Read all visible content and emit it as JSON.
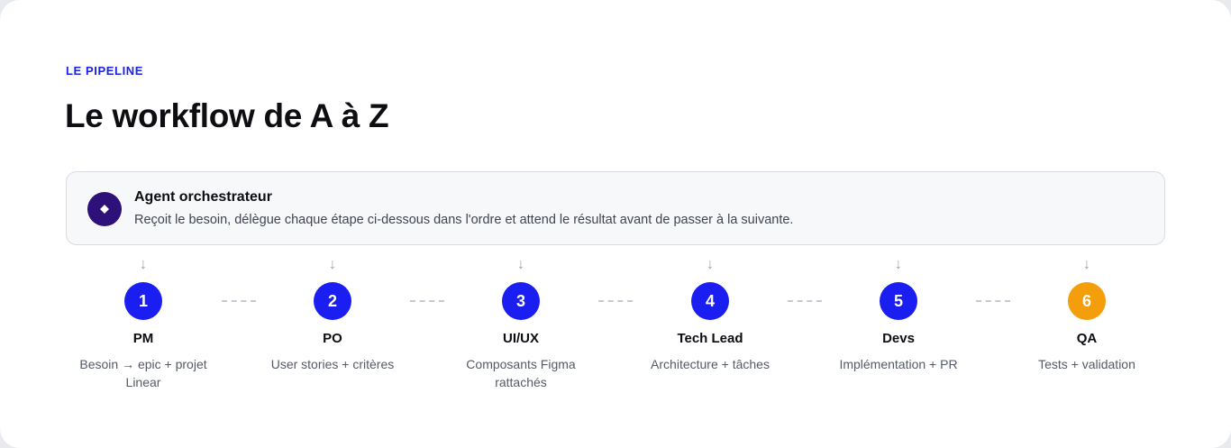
{
  "header": {
    "eyebrow": "LE PIPELINE",
    "title": "Le workflow de A à Z"
  },
  "orchestrator": {
    "icon": "diamond-icon",
    "title": "Agent orchestrateur",
    "description": "Reçoit le besoin, délègue chaque étape ci-dessous dans l'ordre et attend le résultat avant de passer à la suivante."
  },
  "colors": {
    "accent": "#1a1ef0",
    "final_step": "#f59e0b",
    "orchestrator_avatar": "#2d1178"
  },
  "steps": [
    {
      "number": "1",
      "label": "PM",
      "description": "Besoin → epic + projet Linear",
      "color": "#1a1ef0"
    },
    {
      "number": "2",
      "label": "PO",
      "description": "User stories + critères",
      "color": "#1a1ef0"
    },
    {
      "number": "3",
      "label": "UI/UX",
      "description": "Composants Figma rattachés",
      "color": "#1a1ef0"
    },
    {
      "number": "4",
      "label": "Tech Lead",
      "description": "Architecture + tâches",
      "color": "#1a1ef0"
    },
    {
      "number": "5",
      "label": "Devs",
      "description": "Implémentation + PR",
      "color": "#1a1ef0"
    },
    {
      "number": "6",
      "label": "QA",
      "description": "Tests + validation",
      "color": "#f59e0b"
    }
  ],
  "arrow_glyph": "↓"
}
